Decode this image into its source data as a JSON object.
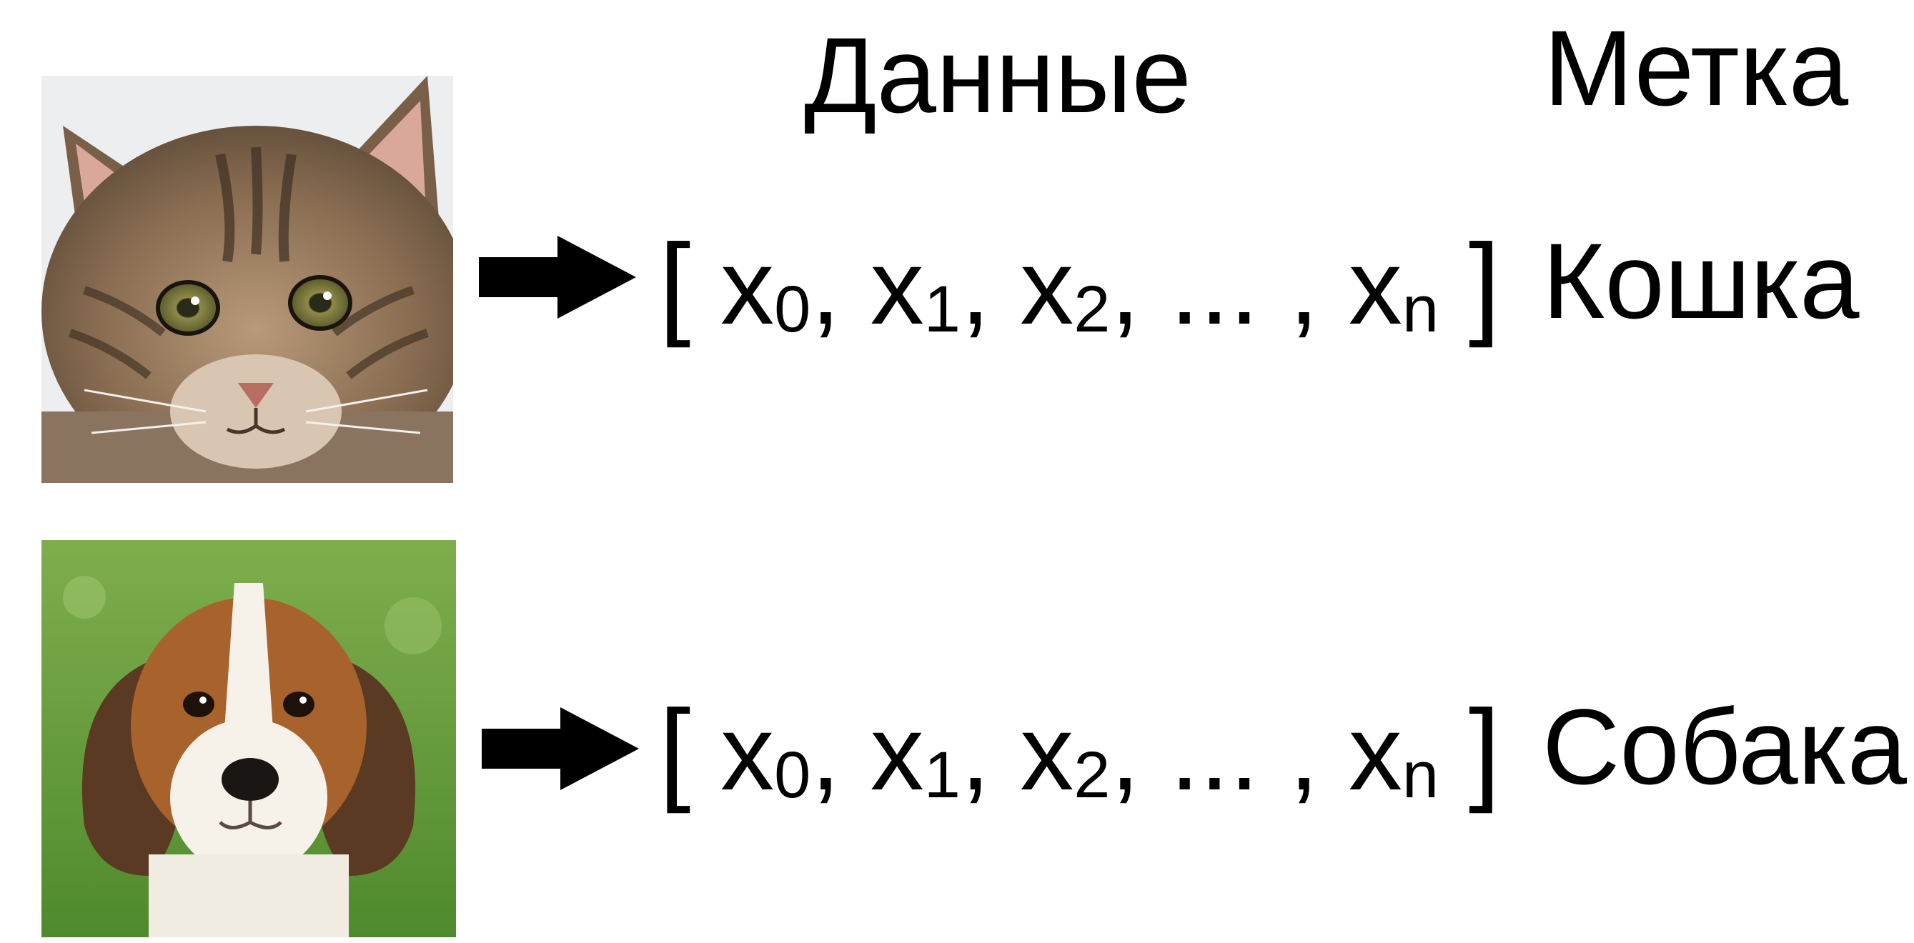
{
  "headers": {
    "data": "Данные",
    "label": "Метка"
  },
  "rows": [
    {
      "image_icon": "cat-face-photo",
      "vector": {
        "open": "[",
        "var": "x",
        "subscripts": [
          "0",
          "1",
          "2",
          "n"
        ],
        "separator": ",",
        "ellipsis": "...",
        "close": "]"
      },
      "label": "Кошка"
    },
    {
      "image_icon": "beagle-puppy-photo",
      "vector": {
        "open": "[",
        "var": "x",
        "subscripts": [
          "0",
          "1",
          "2",
          "n"
        ],
        "separator": ",",
        "ellipsis": "...",
        "close": "]"
      },
      "label": "Собака"
    }
  ],
  "colors": {
    "background": "#ffffff",
    "text": "#000000",
    "arrow": "#000000"
  }
}
